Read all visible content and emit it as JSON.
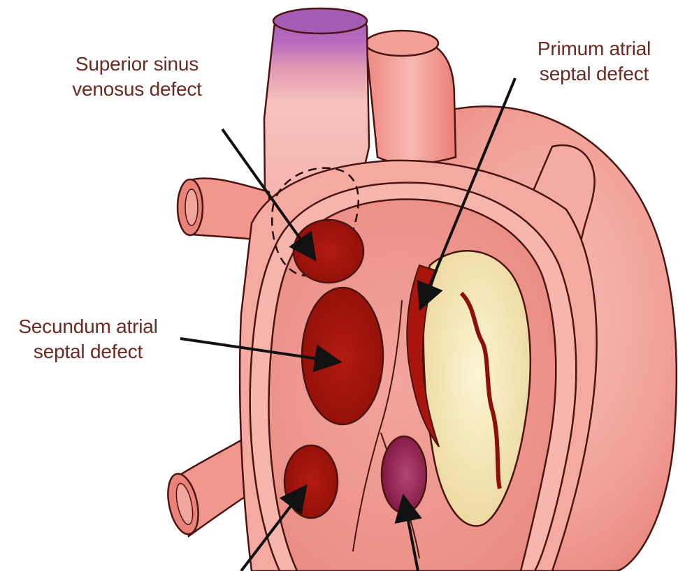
{
  "labels": {
    "superior_sinus_venosus": {
      "line1": "Superior sinus",
      "line2": "venosus defect"
    },
    "primum_asd": {
      "line1": "Primum atrial",
      "line2": "septal defect"
    },
    "secundum_asd": {
      "line1": "Secundum atrial",
      "line2": "septal defect"
    }
  },
  "colors": {
    "tissue_light": "#f6b3ab",
    "tissue_mid": "#ef8f86",
    "tissue_dark": "#e3736b",
    "outline": "#4a1410",
    "defect_red": "#a9140c",
    "defect_dark": "#8b0e09",
    "coronary_sinus_purple": "#8e1f4a",
    "vein_purple": "#a45bb3",
    "valve_cream": "#f6ecbd",
    "label_text": "#6b2a22"
  }
}
